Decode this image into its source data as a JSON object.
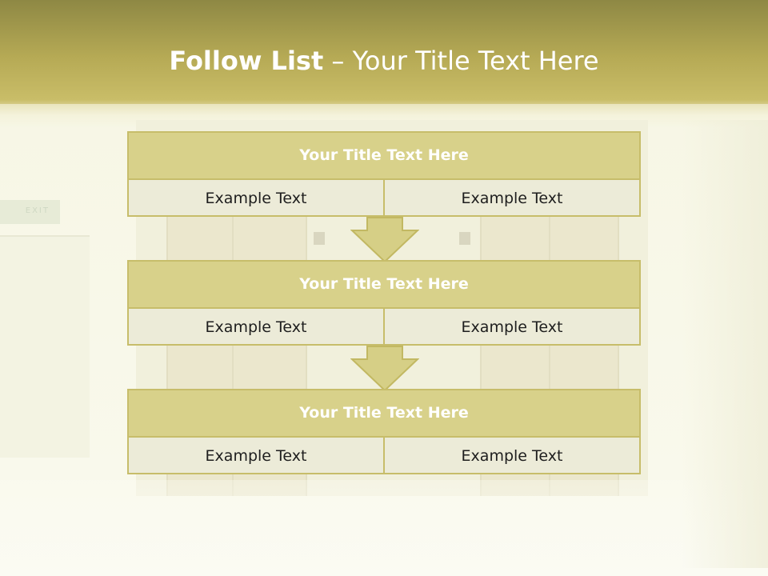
{
  "slide": {
    "title_bold": "Follow List",
    "title_rest": "– Your Title Text Here"
  },
  "blocks": [
    {
      "title": "Your Title Text Here",
      "left_text": "Example Text",
      "right_text": "Example Text"
    },
    {
      "title": "Your Title Text Here",
      "left_text": "Example Text",
      "right_text": "Example Text"
    },
    {
      "title": "Your Title Text Here",
      "left_text": "Example Text",
      "right_text": "Example Text"
    }
  ],
  "background": {
    "exit_sign_text": "EXIT"
  },
  "colors": {
    "header_band": "#b6aa55",
    "block_header": "#d8d18a",
    "block_body": "#ecebd8",
    "border": "#c7bd6a",
    "arrow_fill": "#d6cf86"
  }
}
